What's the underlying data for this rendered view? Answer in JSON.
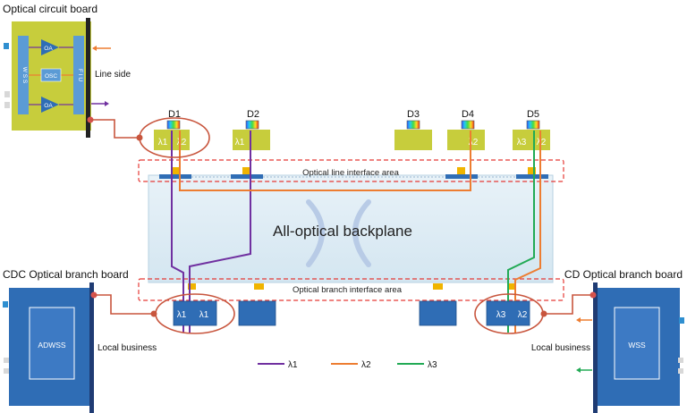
{
  "titles": {
    "optical_circuit_board": "Optical circuit board",
    "cdc_branch_board": "CDC Optical branch board",
    "cd_branch_board": "CD Optical branch board",
    "backplane": "All-optical backplane",
    "line_interface_area": "Optical line interface area",
    "branch_interface_area": "Optical branch interface area"
  },
  "circuit_board": {
    "wss": "W S S",
    "fiu": "F I U",
    "oa_top": "OA",
    "osc": "OSC",
    "oa_bottom": "OA",
    "line_side": "Line side"
  },
  "degrees": [
    {
      "name": "D1",
      "waves": [
        "λ1",
        "λ2"
      ]
    },
    {
      "name": "D2",
      "waves": [
        "λ1"
      ]
    },
    {
      "name": "D3",
      "waves": []
    },
    {
      "name": "D4",
      "waves": [
        "λ2"
      ]
    },
    {
      "name": "D5",
      "waves": [
        "λ3",
        "λ2"
      ]
    }
  ],
  "cdc_board": {
    "module": "ADWSS",
    "local": "Local business",
    "waves": [
      "λ1",
      "λ1"
    ]
  },
  "cd_board": {
    "module": "WSS",
    "local": "Local business",
    "waves": [
      "λ3",
      "λ2"
    ]
  },
  "legend": [
    {
      "label": "λ1",
      "color": "#7030a0"
    },
    {
      "label": "λ2",
      "color": "#ed7d31"
    },
    {
      "label": "λ3",
      "color": "#22aa55"
    }
  ],
  "colors": {
    "lambda1": "#7030a0",
    "lambda2": "#ed7d31",
    "lambda3": "#22aa55",
    "board_blue": "#2f6db5",
    "module_green": "#c7cd3c"
  }
}
